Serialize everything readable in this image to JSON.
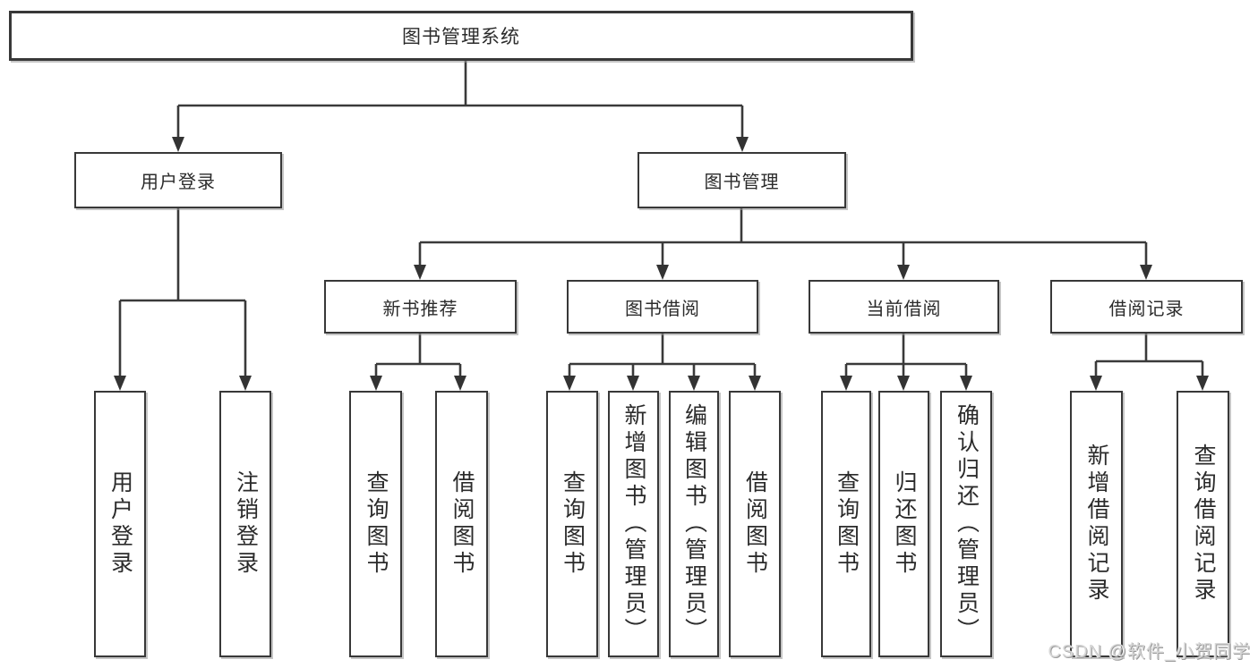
{
  "diagram": {
    "title": "图书管理系统",
    "branches": {
      "user_login": {
        "label": "用户登录",
        "children": [
          "用户登录",
          "注销登录"
        ]
      },
      "book_management": {
        "label": "图书管理",
        "groups": [
          {
            "label": "新书推荐",
            "children": [
              "查询图书",
              "借阅图书"
            ]
          },
          {
            "label": "图书借阅",
            "children": [
              "查询图书",
              "新增图书（管理员）",
              "编辑图书（管理员）",
              "借阅图书"
            ]
          },
          {
            "label": "当前借阅",
            "children": [
              "查询图书",
              "归还图书",
              "确认归还（管理员）"
            ]
          },
          {
            "label": "借阅记录",
            "children": [
              "新增借阅记录",
              "查询借阅记录"
            ]
          }
        ]
      }
    }
  },
  "watermark": "CSDN @软件_小贺同学",
  "colors": {
    "line": "#3a3a3a",
    "box_border": "#383838",
    "box_fill": "#ffffff",
    "text": "#2b2b2b",
    "watermark": "#d6d6d6",
    "background": "#ffffff"
  }
}
